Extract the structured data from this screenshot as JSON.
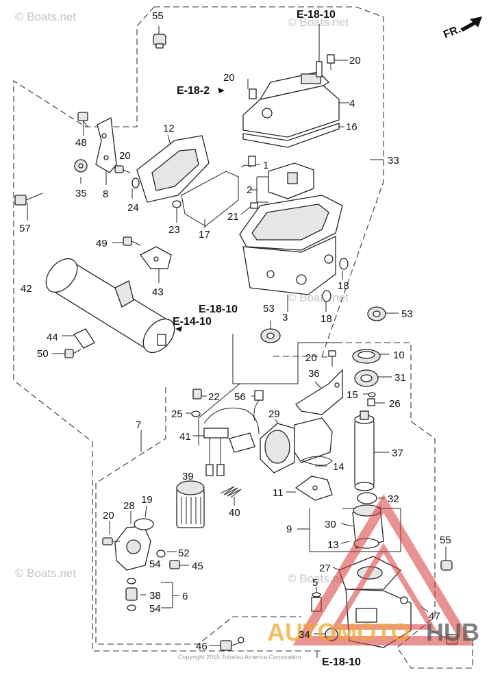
{
  "watermark": {
    "site": "© Boats.net",
    "copyright": "Copyright 2015 Tohatsu America Corporation",
    "logo_text_a": "AUTOMOTO",
    "logo_text_b": "HUB"
  },
  "direction": {
    "label": "FR."
  },
  "references": [
    {
      "id": "ref-1",
      "text": "E-18-10"
    },
    {
      "id": "ref-2",
      "text": "E-18-2"
    },
    {
      "id": "ref-3",
      "text": "E-18-10"
    },
    {
      "id": "ref-4",
      "text": "E-14-10"
    },
    {
      "id": "ref-5",
      "text": "E-18-10"
    }
  ],
  "callouts": [
    {
      "key": "c55a",
      "text": "55"
    },
    {
      "key": "c20a",
      "text": "20"
    },
    {
      "key": "c20b",
      "text": "20"
    },
    {
      "key": "c4",
      "text": "4"
    },
    {
      "key": "c16",
      "text": "16"
    },
    {
      "key": "c12",
      "text": "12"
    },
    {
      "key": "c48",
      "text": "48"
    },
    {
      "key": "c20c",
      "text": "20"
    },
    {
      "key": "c1",
      "text": "1"
    },
    {
      "key": "c33",
      "text": "33"
    },
    {
      "key": "c35",
      "text": "35"
    },
    {
      "key": "c8",
      "text": "8"
    },
    {
      "key": "c24",
      "text": "24"
    },
    {
      "key": "c2",
      "text": "2"
    },
    {
      "key": "c57",
      "text": "57"
    },
    {
      "key": "c21",
      "text": "21"
    },
    {
      "key": "c23",
      "text": "23"
    },
    {
      "key": "c17",
      "text": "17"
    },
    {
      "key": "c49",
      "text": "49"
    },
    {
      "key": "c18a",
      "text": "18"
    },
    {
      "key": "c42",
      "text": "42"
    },
    {
      "key": "c43",
      "text": "43"
    },
    {
      "key": "c3",
      "text": "3"
    },
    {
      "key": "c18b",
      "text": "18"
    },
    {
      "key": "c53a",
      "text": "53"
    },
    {
      "key": "c53b",
      "text": "53"
    },
    {
      "key": "c44",
      "text": "44"
    },
    {
      "key": "c50",
      "text": "50"
    },
    {
      "key": "c20d",
      "text": "20"
    },
    {
      "key": "c10",
      "text": "10"
    },
    {
      "key": "c36",
      "text": "36"
    },
    {
      "key": "c31",
      "text": "31"
    },
    {
      "key": "c22",
      "text": "22"
    },
    {
      "key": "c56",
      "text": "56"
    },
    {
      "key": "c15",
      "text": "15"
    },
    {
      "key": "c26",
      "text": "26"
    },
    {
      "key": "c7",
      "text": "7"
    },
    {
      "key": "c25",
      "text": "25"
    },
    {
      "key": "c29",
      "text": "29"
    },
    {
      "key": "c41",
      "text": "41"
    },
    {
      "key": "c37",
      "text": "37"
    },
    {
      "key": "c14",
      "text": "14"
    },
    {
      "key": "c39",
      "text": "39"
    },
    {
      "key": "c11",
      "text": "11"
    },
    {
      "key": "c40",
      "text": "40"
    },
    {
      "key": "c32",
      "text": "32"
    },
    {
      "key": "c28",
      "text": "28"
    },
    {
      "key": "c19",
      "text": "19"
    },
    {
      "key": "c20e",
      "text": "20"
    },
    {
      "key": "c30",
      "text": "30"
    },
    {
      "key": "c9",
      "text": "9"
    },
    {
      "key": "c13",
      "text": "13"
    },
    {
      "key": "c52",
      "text": "52"
    },
    {
      "key": "c45",
      "text": "45"
    },
    {
      "key": "c55b",
      "text": "55"
    },
    {
      "key": "c27",
      "text": "27"
    },
    {
      "key": "c54a",
      "text": "54"
    },
    {
      "key": "c5",
      "text": "5"
    },
    {
      "key": "c38",
      "text": "38"
    },
    {
      "key": "c6",
      "text": "6"
    },
    {
      "key": "c54b",
      "text": "54"
    },
    {
      "key": "c47",
      "text": "47"
    },
    {
      "key": "c34",
      "text": "34"
    },
    {
      "key": "c46",
      "text": "46"
    }
  ]
}
